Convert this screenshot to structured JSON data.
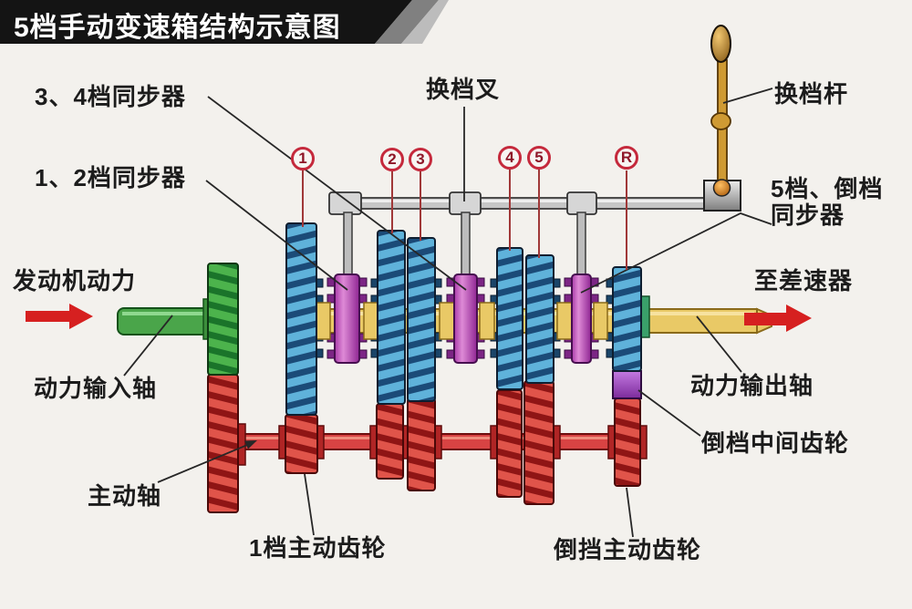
{
  "title": "5档手动变速箱结构示意图",
  "labels": {
    "sync_34": "3、4档同步器",
    "sync_12": "1、2档同步器",
    "shift_fork": "换档叉",
    "shift_lever": "换档杆",
    "sync_5r_line1": "5档、倒档",
    "sync_5r_line2": "同步器",
    "engine_power": "发动机动力",
    "to_differential": "至差速器",
    "power_input_shaft": "动力输入轴",
    "power_output_shaft": "动力输出轴",
    "reverse_idler_gear": "倒档中间齿轮",
    "counter_shaft": "主动轴",
    "first_gear_drive": "1档主动齿轮",
    "reverse_drive_gear": "倒挡主动齿轮"
  },
  "gear_markers": [
    {
      "label": "1"
    },
    {
      "label": "2"
    },
    {
      "label": "3"
    },
    {
      "label": "4"
    },
    {
      "label": "5"
    },
    {
      "label": "R"
    }
  ],
  "colors": {
    "background": "#f3f1ed",
    "banner": "#141414",
    "gear_blue_light": "#5fb2da",
    "gear_blue_dark": "#1b4b78",
    "gear_red_light": "#e0544a",
    "gear_red_dark": "#8f1515",
    "gear_green_light": "#4cb34c",
    "gear_green_dark": "#1a742a",
    "synchronizer_purple": "#b13db1",
    "output_shaft_yellow": "#e9c966",
    "countershaft_red": "#d84343",
    "rail_gray": "#c6c6c6",
    "lever_gold": "#cf9a33",
    "arrow_red": "#d62020",
    "marker_ring_red": "#c5293c"
  }
}
